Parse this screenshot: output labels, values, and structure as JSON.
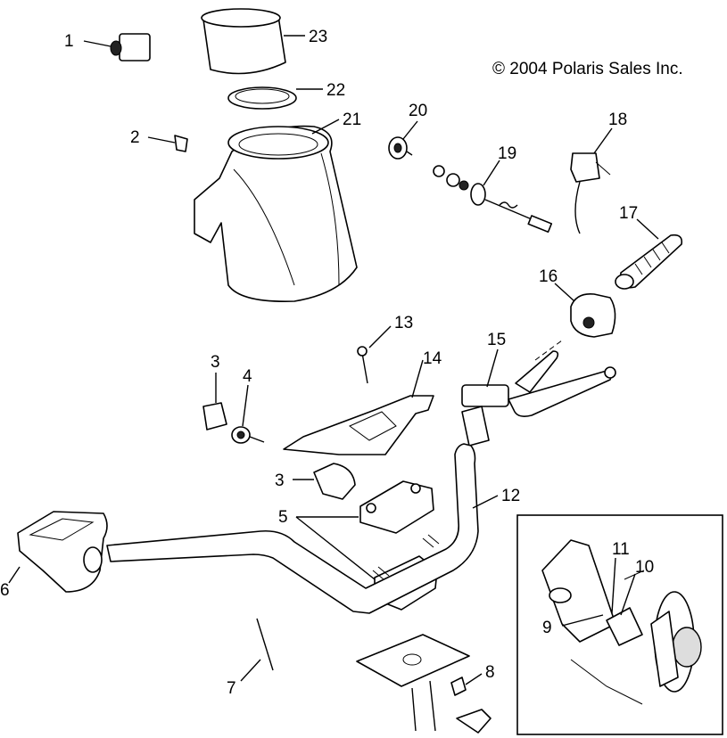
{
  "copyright": "© 2004 Polaris Sales Inc.",
  "callouts": {
    "n1": "1",
    "n2": "2",
    "n3a": "3",
    "n3b": "3",
    "n3c": "3",
    "n4": "4",
    "n5": "5",
    "n6": "6",
    "n7": "7",
    "n8": "8",
    "n9": "9",
    "n10": "10",
    "n11": "11",
    "n12": "12",
    "n13": "13",
    "n14": "14",
    "n15": "15",
    "n16": "16",
    "n17": "17",
    "n18": "18",
    "n19": "19",
    "n20": "20",
    "n21": "21",
    "n22": "22",
    "n23": "23"
  }
}
